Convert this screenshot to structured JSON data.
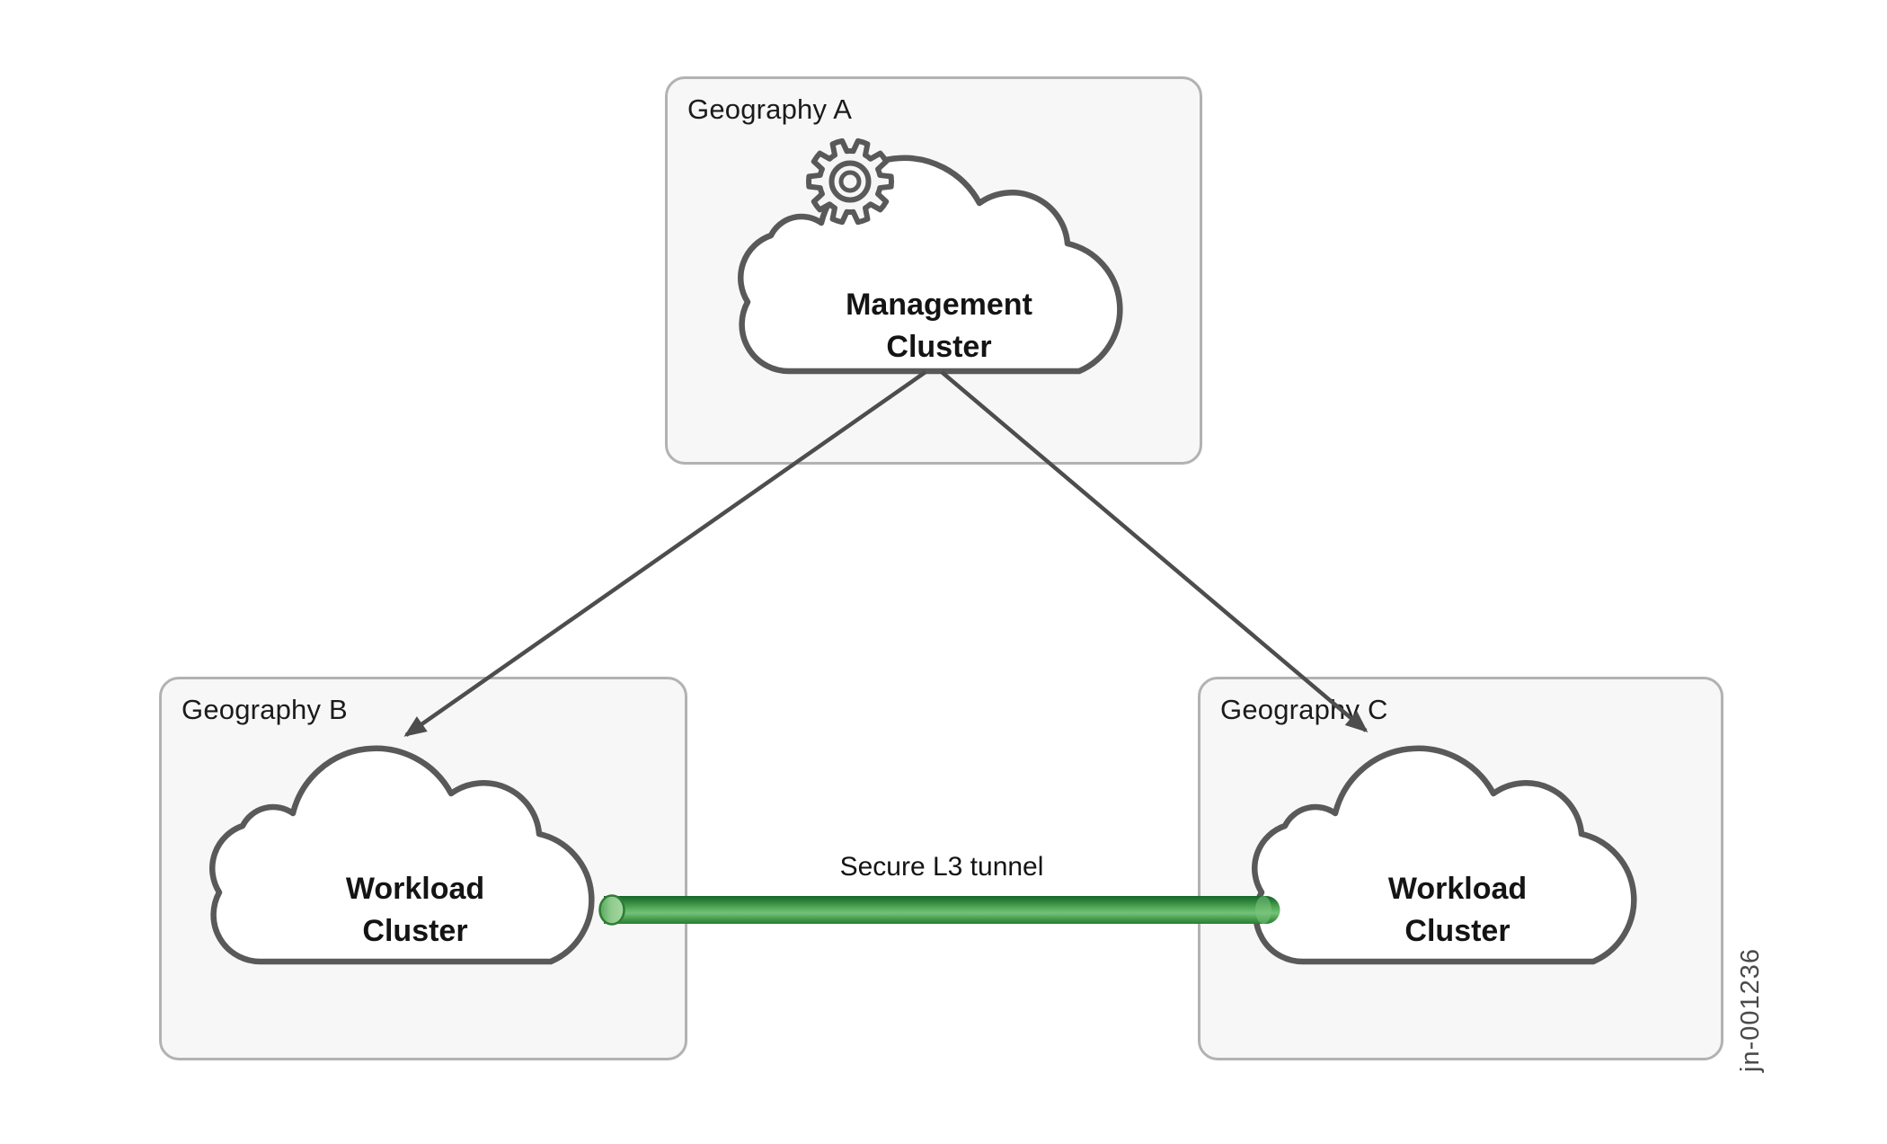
{
  "figure": {
    "id_label": "jn-001236",
    "type": "network-topology-diagram",
    "background": "#ffffff"
  },
  "regions": [
    {
      "label": "Geography A",
      "cluster": {
        "line1": "Management",
        "line2": "Cluster",
        "role": "management",
        "icon": "gear"
      }
    },
    {
      "label": "Geography B",
      "cluster": {
        "line1": "Workload",
        "line2": "Cluster",
        "role": "workload"
      }
    },
    {
      "label": "Geography C",
      "cluster": {
        "line1": "Workload",
        "line2": "Cluster",
        "role": "workload"
      }
    }
  ],
  "connections": {
    "tunnel": {
      "label": "Secure L3 tunnel",
      "from": "Workload Cluster (Geography B)",
      "to": "Workload Cluster (Geography C)",
      "style": "green-pipe"
    },
    "management_links": [
      {
        "from": "Management Cluster (Geography A)",
        "to": "Workload Cluster (Geography B)",
        "style": "arrow"
      },
      {
        "from": "Management Cluster (Geography A)",
        "to": "Workload Cluster (Geography C)",
        "style": "arrow"
      }
    ]
  },
  "colors": {
    "box_fill": "#f7f7f7",
    "box_border": "#b2b2b2",
    "cloud_stroke": "#595959",
    "cloud_fill": "#ffffff",
    "arrow": "#4d4d4d",
    "tunnel_dark_green": "#166629",
    "tunnel_mid_green": "#2c8038",
    "tunnel_light_green": "#74c178",
    "text": "#141414",
    "figure_id_text": "#4a4a4a"
  }
}
